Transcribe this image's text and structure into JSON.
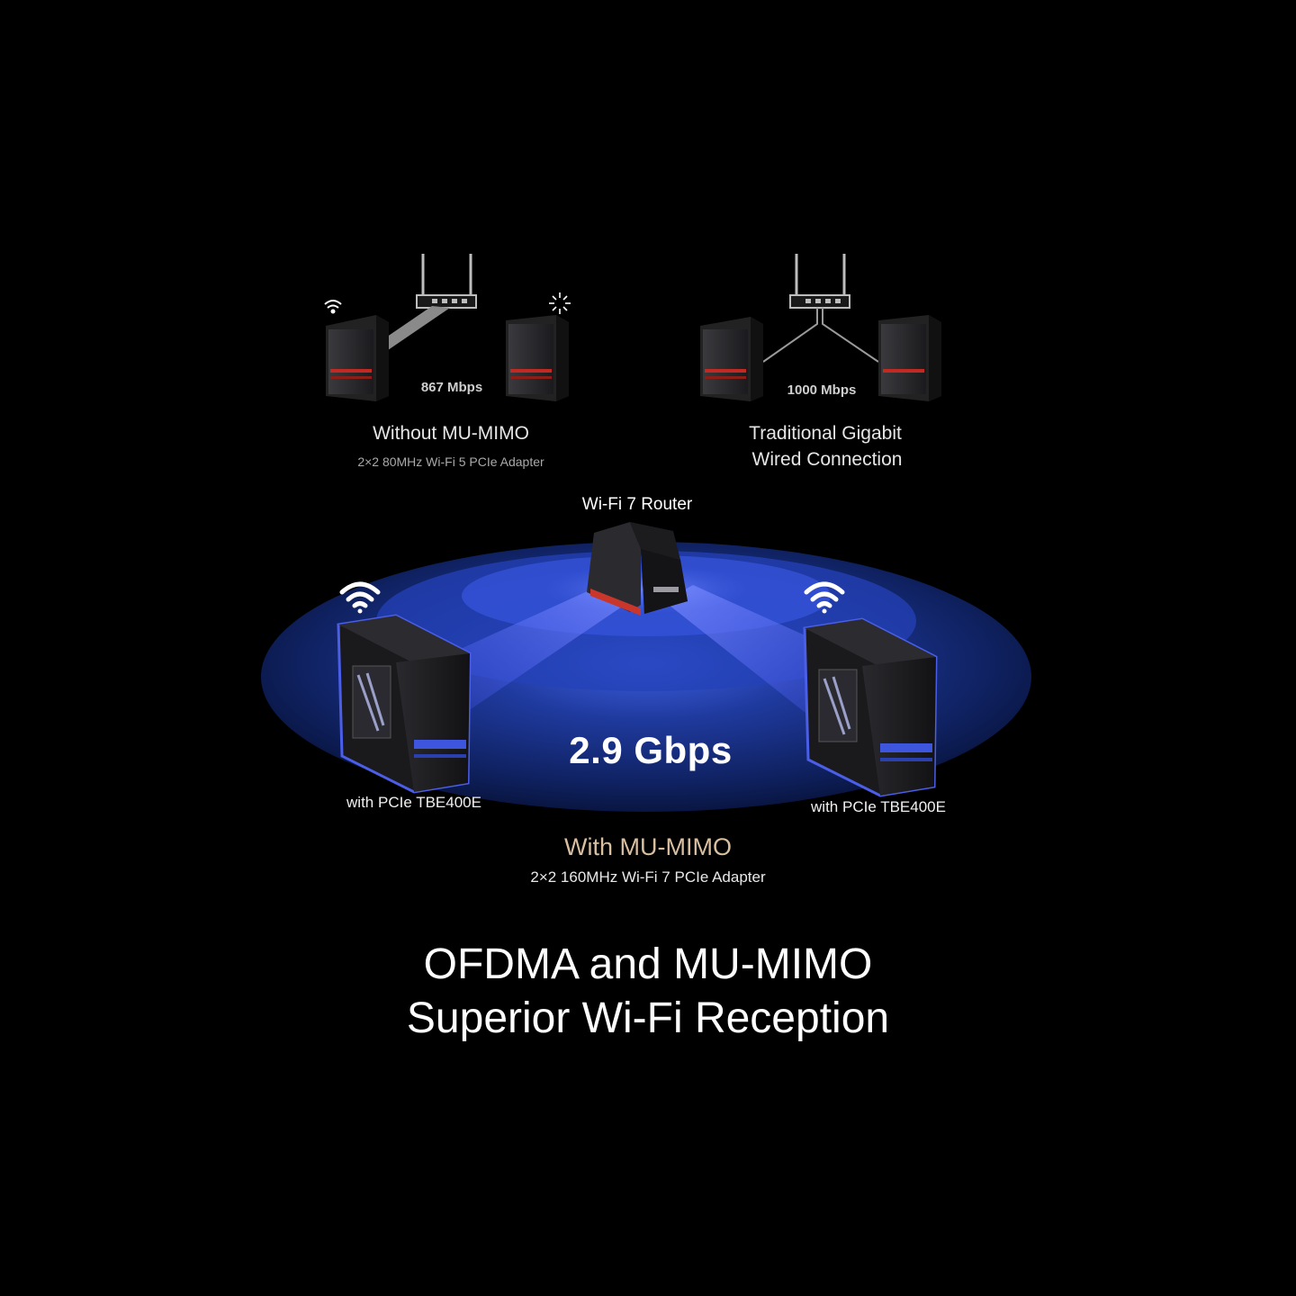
{
  "colors": {
    "background": "#000000",
    "wifi_blue": "#3b57d8",
    "beam_blue": "#4a63ff",
    "accent_red": "#d9362b",
    "mimo_title": "#d9bfa0"
  },
  "without_mimo": {
    "speed": "867 Mbps",
    "title": "Without MU-MIMO",
    "subtitle": "2×2 80MHz Wi-Fi 5 PCIe Adapter",
    "icons": [
      "router-icon",
      "pc-tower-icon",
      "wifi-signal-icon",
      "loading-spinner-icon"
    ]
  },
  "wired": {
    "speed": "1000 Mbps",
    "title_line1": "Traditional Gigabit",
    "title_line2": "Wired Connection",
    "icons": [
      "router-icon",
      "pc-tower-icon"
    ]
  },
  "with_mimo": {
    "router_label": "Wi-Fi 7 Router",
    "left_pc_label": "with PCIe TBE400E",
    "right_pc_label": "with PCIe TBE400E",
    "speed": "2.9 Gbps",
    "title": "With MU-MIMO",
    "subtitle": "2×2 160MHz Wi-Fi 7 PCIe Adapter"
  },
  "headline": {
    "line1": "OFDMA and MU-MIMO",
    "line2": "Superior Wi-Fi Reception"
  }
}
